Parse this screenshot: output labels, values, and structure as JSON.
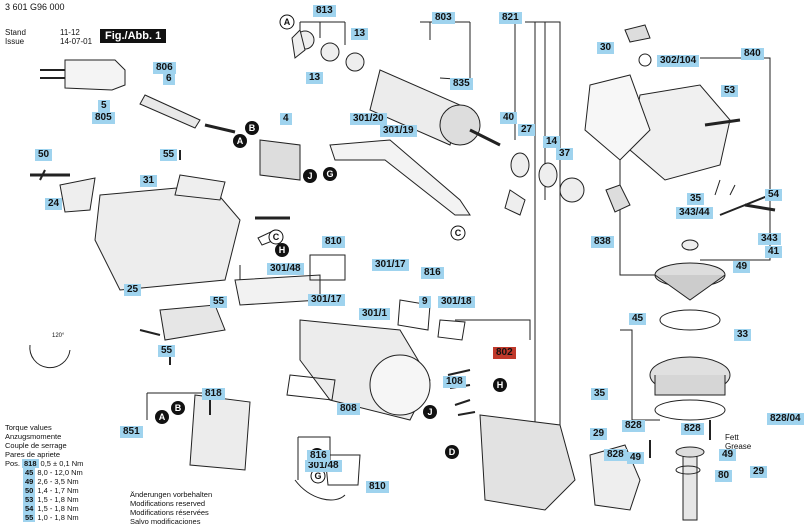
{
  "header": {
    "code": "3 601 G96 000",
    "stand_label": "Stand",
    "issue_label": "Issue",
    "stand_value": "11-12",
    "issue_value": "14-07-01",
    "figure": "Fig./Abb. 1"
  },
  "circle_letters": [
    "A",
    "B",
    "C",
    "D",
    "G",
    "H",
    "J"
  ],
  "part_labels": [
    "813",
    "803",
    "821",
    "13",
    "5",
    "805",
    "806",
    "6",
    "835",
    "30",
    "840",
    "302/104",
    "53",
    "40",
    "27",
    "14",
    "37",
    "4",
    "301/20",
    "301/19",
    "50",
    "55",
    "31",
    "24",
    "25",
    "9",
    "301/18",
    "810",
    "301/48",
    "301/17",
    "816",
    "301/1",
    "802",
    "108",
    "818",
    "851",
    "808",
    "54",
    "343/44",
    "343",
    "41",
    "838",
    "45",
    "33",
    "35",
    "828",
    "828/04",
    "49",
    "29",
    "80"
  ],
  "torque": {
    "title_lines": [
      "Torque values",
      "Anzugsmomente",
      "Couple de serrage",
      "Pares de apriete"
    ],
    "pos_label": "Pos.",
    "rows": [
      {
        "pos": "818",
        "value": "0,5 ± 0,1 Nm"
      },
      {
        "pos": "45",
        "value": "8,0 - 12,0 Nm"
      },
      {
        "pos": "49",
        "value": "2,6 - 3,5 Nm"
      },
      {
        "pos": "50",
        "value": "1,4 - 1,7 Nm"
      },
      {
        "pos": "53",
        "value": "1,5 - 1,8 Nm"
      },
      {
        "pos": "54",
        "value": "1,5 - 1,8 Nm"
      },
      {
        "pos": "55",
        "value": "1,0 - 1,8 Nm"
      }
    ]
  },
  "notes": [
    "Änderungen vorbehalten",
    "Modifications reserved",
    "Modifications réservées",
    "Salvo modificaciones"
  ],
  "grease": [
    "Fett",
    "Grease"
  ],
  "angle_label": "120°"
}
